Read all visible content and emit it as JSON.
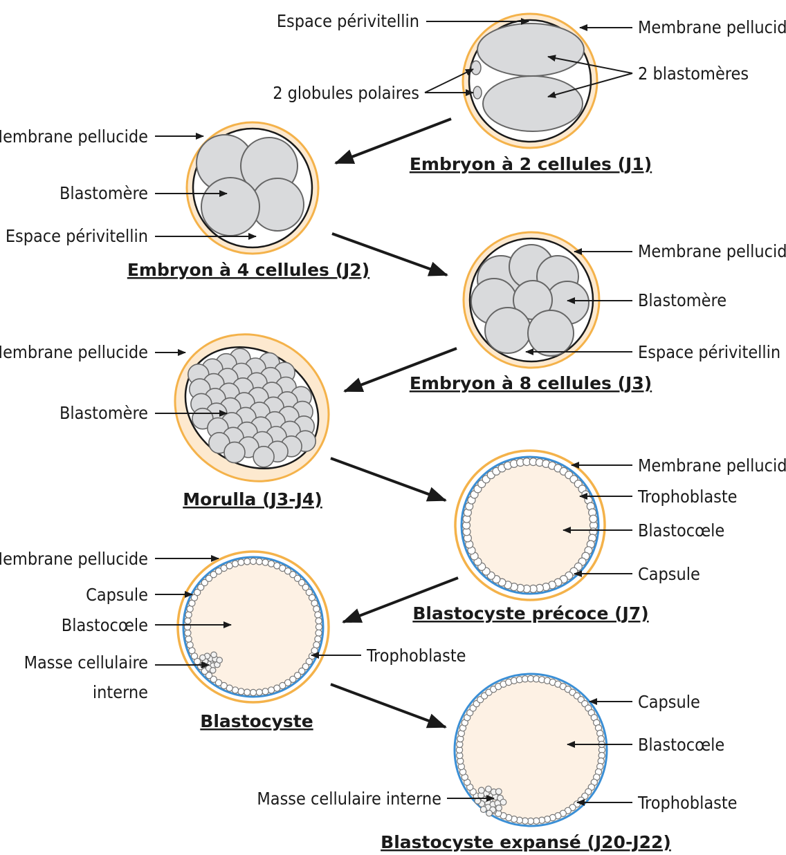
{
  "colors": {
    "zona": "#f4b24a",
    "zona_fill": "#fde9cf",
    "capsule": "#3a8fd6",
    "cell_fill": "#d9dadc",
    "cell_stroke": "#666666",
    "blastocoel": "#fdf1e4",
    "ink": "#1a1a1a"
  },
  "stages": {
    "two_cell": {
      "title": "Embryon à 2 cellules (J1)",
      "labels": {
        "perivitelline": "Espace périvitellin",
        "zona": "Membrane pellucide",
        "blastomeres": "2 blastomères",
        "polar_bodies": "2 globules polaires"
      }
    },
    "four_cell": {
      "title": "Embryon à 4 cellules (J2)",
      "labels": {
        "zona": "Membrane pellucide",
        "blastomere": "Blastomère",
        "perivitelline": "Espace périvitellin"
      }
    },
    "eight_cell": {
      "title": "Embryon à 8 cellules (J3)",
      "labels": {
        "zona": "Membrane pellucide",
        "blastomere": "Blastomère",
        "perivitelline": "Espace périvitellin"
      }
    },
    "morula": {
      "title": "Morulla (J3-J4)",
      "labels": {
        "zona": "Membrane pellucide",
        "blastomere": "Blastomère"
      }
    },
    "early_blastocyst": {
      "title": "Blastocyste précoce (J7)",
      "labels": {
        "zona": "Membrane pellucide",
        "trophoblast": "Trophoblaste",
        "blastocoel": "Blastocœle",
        "capsule": "Capsule"
      }
    },
    "blastocyst": {
      "title": "Blastocyste",
      "labels": {
        "zona": "Membrane pellucide",
        "capsule": "Capsule",
        "blastocoel": "Blastocœle",
        "icm_line1": "Masse cellulaire",
        "icm_line2": "interne",
        "trophoblast": "Trophoblaste"
      }
    },
    "expanded_blastocyst": {
      "title": "Blastocyste expansé (J20-J22)",
      "labels": {
        "capsule": "Capsule",
        "blastocoel": "Blastocœle",
        "icm": "Masse cellulaire interne",
        "trophoblast": "Trophoblaste"
      }
    }
  }
}
